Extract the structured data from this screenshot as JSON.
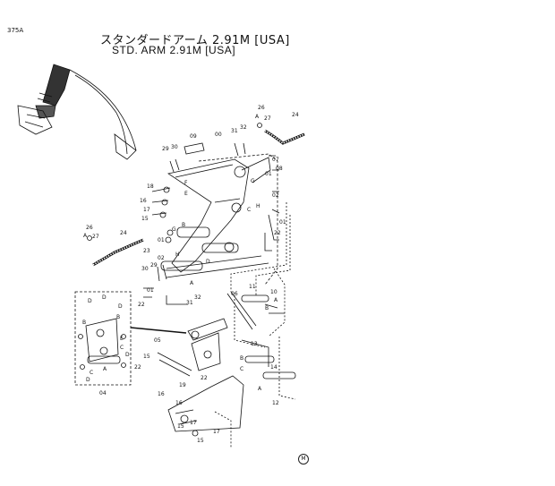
{
  "page_code": "375A",
  "title_jp": "スタンダードアーム 2.91M [USA]",
  "title_en": "STD. ARM 2.91M [USA]",
  "footer_mark": "M",
  "callouts": [
    {
      "id": "c00",
      "text": "00"
    },
    {
      "id": "c09",
      "text": "09"
    },
    {
      "id": "c31a",
      "text": "31"
    },
    {
      "id": "c32a",
      "text": "32"
    },
    {
      "id": "c26a",
      "text": "26"
    },
    {
      "id": "cAa",
      "text": "A"
    },
    {
      "id": "c27a",
      "text": "27"
    },
    {
      "id": "c24a",
      "text": "24"
    },
    {
      "id": "c29a",
      "text": "29"
    },
    {
      "id": "c30a",
      "text": "30"
    },
    {
      "id": "c07",
      "text": "07"
    },
    {
      "id": "c08",
      "text": "08"
    },
    {
      "id": "c18",
      "text": "18"
    },
    {
      "id": "cFa",
      "text": "F"
    },
    {
      "id": "cEa",
      "text": "E"
    },
    {
      "id": "c16a",
      "text": "16"
    },
    {
      "id": "c17a",
      "text": "17"
    },
    {
      "id": "c15a",
      "text": "15"
    },
    {
      "id": "cBa",
      "text": "B"
    },
    {
      "id": "cGa",
      "text": "G"
    },
    {
      "id": "cGb",
      "text": "G"
    },
    {
      "id": "cHa",
      "text": "H"
    },
    {
      "id": "cCa",
      "text": "C"
    },
    {
      "id": "c01a",
      "text": "01"
    },
    {
      "id": "c02a",
      "text": "02"
    },
    {
      "id": "c01b",
      "text": "01"
    },
    {
      "id": "c22a",
      "text": "22"
    },
    {
      "id": "c26b",
      "text": "26"
    },
    {
      "id": "cAb",
      "text": "A"
    },
    {
      "id": "c27b",
      "text": "27"
    },
    {
      "id": "c24b",
      "text": "24"
    },
    {
      "id": "c23",
      "text": "23"
    },
    {
      "id": "c01c",
      "text": "01"
    },
    {
      "id": "c02b",
      "text": "02"
    },
    {
      "id": "c29b",
      "text": "29"
    },
    {
      "id": "c30b",
      "text": "30"
    },
    {
      "id": "cHb",
      "text": "H"
    },
    {
      "id": "cDa",
      "text": "D"
    },
    {
      "id": "cAc",
      "text": "A"
    },
    {
      "id": "c01d",
      "text": "01"
    },
    {
      "id": "c22b",
      "text": "22"
    },
    {
      "id": "c31b",
      "text": "31"
    },
    {
      "id": "c32b",
      "text": "32"
    },
    {
      "id": "c06",
      "text": "06"
    },
    {
      "id": "c11",
      "text": "11"
    },
    {
      "id": "c10",
      "text": "10"
    },
    {
      "id": "cAd",
      "text": "A"
    },
    {
      "id": "cBb",
      "text": "B"
    },
    {
      "id": "cDb",
      "text": "D"
    },
    {
      "id": "cDc",
      "text": "D"
    },
    {
      "id": "cBc",
      "text": "B"
    },
    {
      "id": "cDd",
      "text": "D"
    },
    {
      "id": "cBd",
      "text": "B"
    },
    {
      "id": "cEb",
      "text": "E"
    },
    {
      "id": "cCb",
      "text": "C"
    },
    {
      "id": "cDe",
      "text": "D"
    },
    {
      "id": "cAe",
      "text": "A"
    },
    {
      "id": "cCc",
      "text": "C"
    },
    {
      "id": "cDf",
      "text": "D"
    },
    {
      "id": "c04",
      "text": "04"
    },
    {
      "id": "c05",
      "text": "05"
    },
    {
      "id": "c15b",
      "text": "15"
    },
    {
      "id": "c22c",
      "text": "22"
    },
    {
      "id": "c16b",
      "text": "16"
    },
    {
      "id": "c19",
      "text": "19"
    },
    {
      "id": "c22d",
      "text": "22"
    },
    {
      "id": "c13",
      "text": "13"
    },
    {
      "id": "cBe",
      "text": "B"
    },
    {
      "id": "cCd",
      "text": "C"
    },
    {
      "id": "c14",
      "text": "14"
    },
    {
      "id": "cAf",
      "text": "A"
    },
    {
      "id": "c12",
      "text": "12"
    },
    {
      "id": "c16c",
      "text": "16"
    },
    {
      "id": "c17b",
      "text": "17"
    },
    {
      "id": "c15c",
      "text": "15"
    },
    {
      "id": "c17c",
      "text": "17"
    },
    {
      "id": "c15d",
      "text": "15"
    }
  ]
}
